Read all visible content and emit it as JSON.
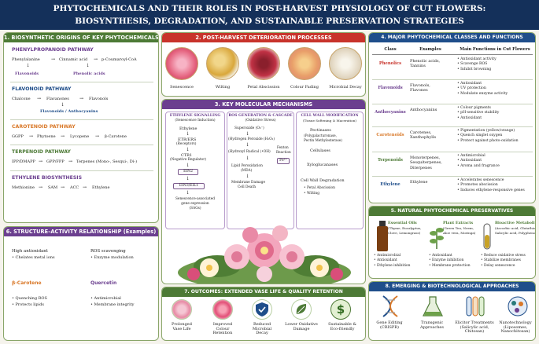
{
  "title": {
    "line1": "PHYTOCHEMICALS AND THEIR ROLES IN POST-HARVEST PHYSIOLOGY OF CUT FLOWERS:",
    "line2": "BIOSYNTHESIS, DEGRADATION, AND SUSTAINABLE PRESERVATION STRATEGIES"
  },
  "p1": {
    "title": "1. BIOSYNTHETIC ORIGINS OF KEY PHYTOCHEMICALS",
    "phenyl": {
      "head": "PHENYLPROPANOID PATHWAY",
      "r1": [
        "Phenylalanine",
        "Cinnamic acid",
        "p-Coumaroyl-CoA"
      ],
      "r2": [
        "Flavonoids",
        "Phenolic acids"
      ]
    },
    "flav": {
      "head": "FLAVONOID PATHWAY",
      "r1": [
        "Chalcone",
        "Flavanones",
        "Flavonols"
      ],
      "r2": "Flavonoids / Anthocyanins"
    },
    "carot": {
      "head": "CAROTENOID PATHWAY",
      "r1": [
        "GGPP",
        "Phytoene",
        "Lycopene",
        "β-Carotene"
      ]
    },
    "terp": {
      "head": "TERPENOID PATHWAY",
      "r1": [
        "IPP/DMAPP",
        "GPP/FPP",
        "Terpenes (Mono-, Sesqui-, Di-)"
      ]
    },
    "eth": {
      "head": "ETHYLENE BIOSYNTHESIS",
      "r1": [
        "Methionine",
        "SAM",
        "ACC",
        "Ethylene"
      ]
    }
  },
  "p2": {
    "title": "2. POST-HARVEST DETERIORATION PROCESSES",
    "items": [
      "Senescence",
      "Wilting",
      "Petal Abscission",
      "Colour Fading",
      "Microbial Decay"
    ]
  },
  "p3": {
    "title": "3. KEY MOLECULAR MECHANISMS",
    "c1": {
      "head": "ETHYLENE SIGNALLING",
      "sub": "(Senescence Induction)",
      "steps": [
        "Ethylene",
        "ETR/ERS",
        "(Receptors)",
        "CTR1",
        "(Negative Regulator)",
        "EIN2",
        "EIN3/EIL1",
        "Senescence-associated",
        "gene expression",
        "(SAGs)"
      ]
    },
    "c2": {
      "head": "ROS GENERATION & CASCADE",
      "sub": "(Oxidative Stress)",
      "steps": [
        "Superoxide (O₂⁻)",
        "(Hydrogen Peroxide (H₂O₂)",
        "(Hydroxyl Radical (•OH)",
        "Fenton",
        "Reaction",
        "Fe²⁺",
        "Lipid Peroxidation",
        "(MDA)",
        "Membrane Damage",
        "Cell Death"
      ]
    },
    "c3": {
      "head": "CELL WALL MODIFICATION",
      "sub": "(Tissue Softening & Maceration)",
      "steps": [
        "Pectinases",
        "(Polygalacturonase,",
        "Pectin Methylesterase)",
        "Cellulases",
        "Xyloglucanases",
        "Cell Wall Degradation",
        "• Petal Abscission",
        "• Wilting"
      ]
    }
  },
  "p4": {
    "title": "4. MAJOR PHYTOCHEMICAL CLASSES AND FUNCTIONS",
    "headers": [
      "Class",
      "Examples",
      "Main Functions in Cut Flowers"
    ],
    "rows": [
      {
        "cls": "Phenolics",
        "ex": [
          "Phenolic acids,",
          "Tannins"
        ],
        "fn": [
          "• Antioxidant activity",
          "• Scavenge ROS",
          "• Inhibit browning"
        ]
      },
      {
        "cls": "Flavonoids",
        "ex": [
          "Flavonols,",
          "Flavones"
        ],
        "fn": [
          "• Antioxidant",
          "• UV protection",
          "• Modulate enzyme activity"
        ]
      },
      {
        "cls": "Anthocyanins",
        "ex": [
          "Anthocyanins"
        ],
        "fn": [
          "• Colour pigments",
          "• pH-sensitive stability",
          "• Antioxidant"
        ]
      },
      {
        "cls": "Carotenoids",
        "ex": [
          "Carotenes,",
          "Xanthophylls"
        ],
        "fn": [
          "• Pigmentation (yellow/orange)",
          "• Quench singlet oxygen",
          "• Protect against photo-oxidation"
        ]
      },
      {
        "cls": "Terpenoids",
        "ex": [
          "Monoterpenes,",
          "Sesquiterpenes,",
          "Diterpenes"
        ],
        "fn": [
          "• Antimicrobial",
          "• Antioxidant",
          "• Aroma and fragrance"
        ]
      },
      {
        "cls": "Ethylene",
        "ex": [
          "Ethylene"
        ],
        "fn": [
          "• Accelerates senescence",
          "• Promotes abscission",
          "• Induces ethylene-responsive genes"
        ]
      }
    ]
  },
  "p5": {
    "title": "5. NATURAL PHYTOCHEMICAL PRESERVATIVES",
    "cols": [
      {
        "head": "Essential Oils",
        "sub": [
          "(Thyme, Eucalyptus,",
          "Clove, Lemongrass)"
        ],
        "b": [
          "• Antimicrobial",
          "• Antioxidant",
          "• Ethylene inhibition"
        ]
      },
      {
        "head": "Plant Extracts",
        "sub": [
          "(Green Tea, Neem,",
          "Aloe vera, Moringa)"
        ],
        "b": [
          "• Antioxidant",
          "• Enzyme inhibition",
          "• Membrane protection"
        ]
      },
      {
        "head": "Bioactive Metabolites",
        "sub": [
          "(Ascorbic acid, Glutathione,",
          "Salicylic acid, Polyphenols)"
        ],
        "b": [
          "• Reduce oxidative stress",
          "• Stabilize membranes",
          "• Delay senescence"
        ]
      }
    ]
  },
  "p6": {
    "title": "6. STRUCTURE–ACTIVITY RELATIONSHIP (Examples)",
    "a": {
      "head": "High antioxidant",
      "b": [
        "• Chelates metal ions"
      ]
    },
    "b": {
      "head": "ROS scavenging",
      "b": [
        "• Enzyme modulation"
      ]
    },
    "c": {
      "head": "β-Carotene",
      "b": [
        "• Quenching ROS",
        "• Protects lipids"
      ]
    },
    "d": {
      "head": "Quercetin",
      "b": [
        "• Antimicrobial",
        "• Membrane integrity"
      ]
    }
  },
  "p7": {
    "title": "7. OUTCOMES: EXTENDED VASE LIFE & QUALITY RETENTION",
    "items": [
      [
        "Prolonged",
        "Vase Life"
      ],
      [
        "Improved",
        "Colour",
        "Retention"
      ],
      [
        "Reduced",
        "Microbial",
        "Decay"
      ],
      [
        "Lower Oxidative",
        "Damage"
      ],
      [
        "Sustainable &",
        "Eco-friendly"
      ]
    ],
    "dollar": "$"
  },
  "p8": {
    "title": "8. EMERGING & BIOTECHNOLOGICAL APPROACHES",
    "items": [
      [
        "Gene Editing",
        "(CRISPR)"
      ],
      [
        "Transgenic",
        "Approaches"
      ],
      [
        "Elicitor Treatments",
        "(Salicylic acid,",
        "Chitosan)"
      ],
      [
        "Nanotechnology",
        "(Liposomes,",
        "Nanochitosan)"
      ]
    ]
  },
  "colors": {
    "navy": "#14305a",
    "green": "#4d7a36",
    "red": "#c8332b",
    "purple": "#6b3f8f",
    "blue": "#1f4e8a",
    "orange": "#d9792a",
    "teal": "#2a7a7a",
    "yellow": "#7a5d1e"
  }
}
